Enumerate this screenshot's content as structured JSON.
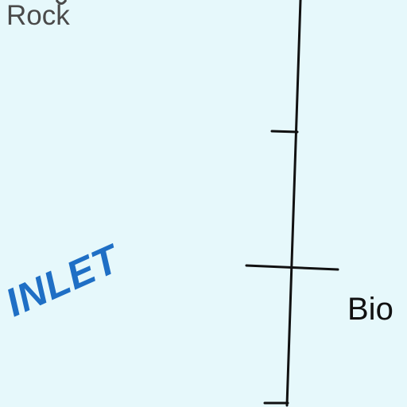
{
  "map": {
    "labels": {
      "rock": "Rock",
      "inlet": "INLET",
      "bio": "Bio"
    },
    "colors": {
      "water": "#e6f8fb",
      "boundary_line": "#111111",
      "water_label": "#1f6fc5",
      "place_label": "#4a4a4a"
    }
  }
}
